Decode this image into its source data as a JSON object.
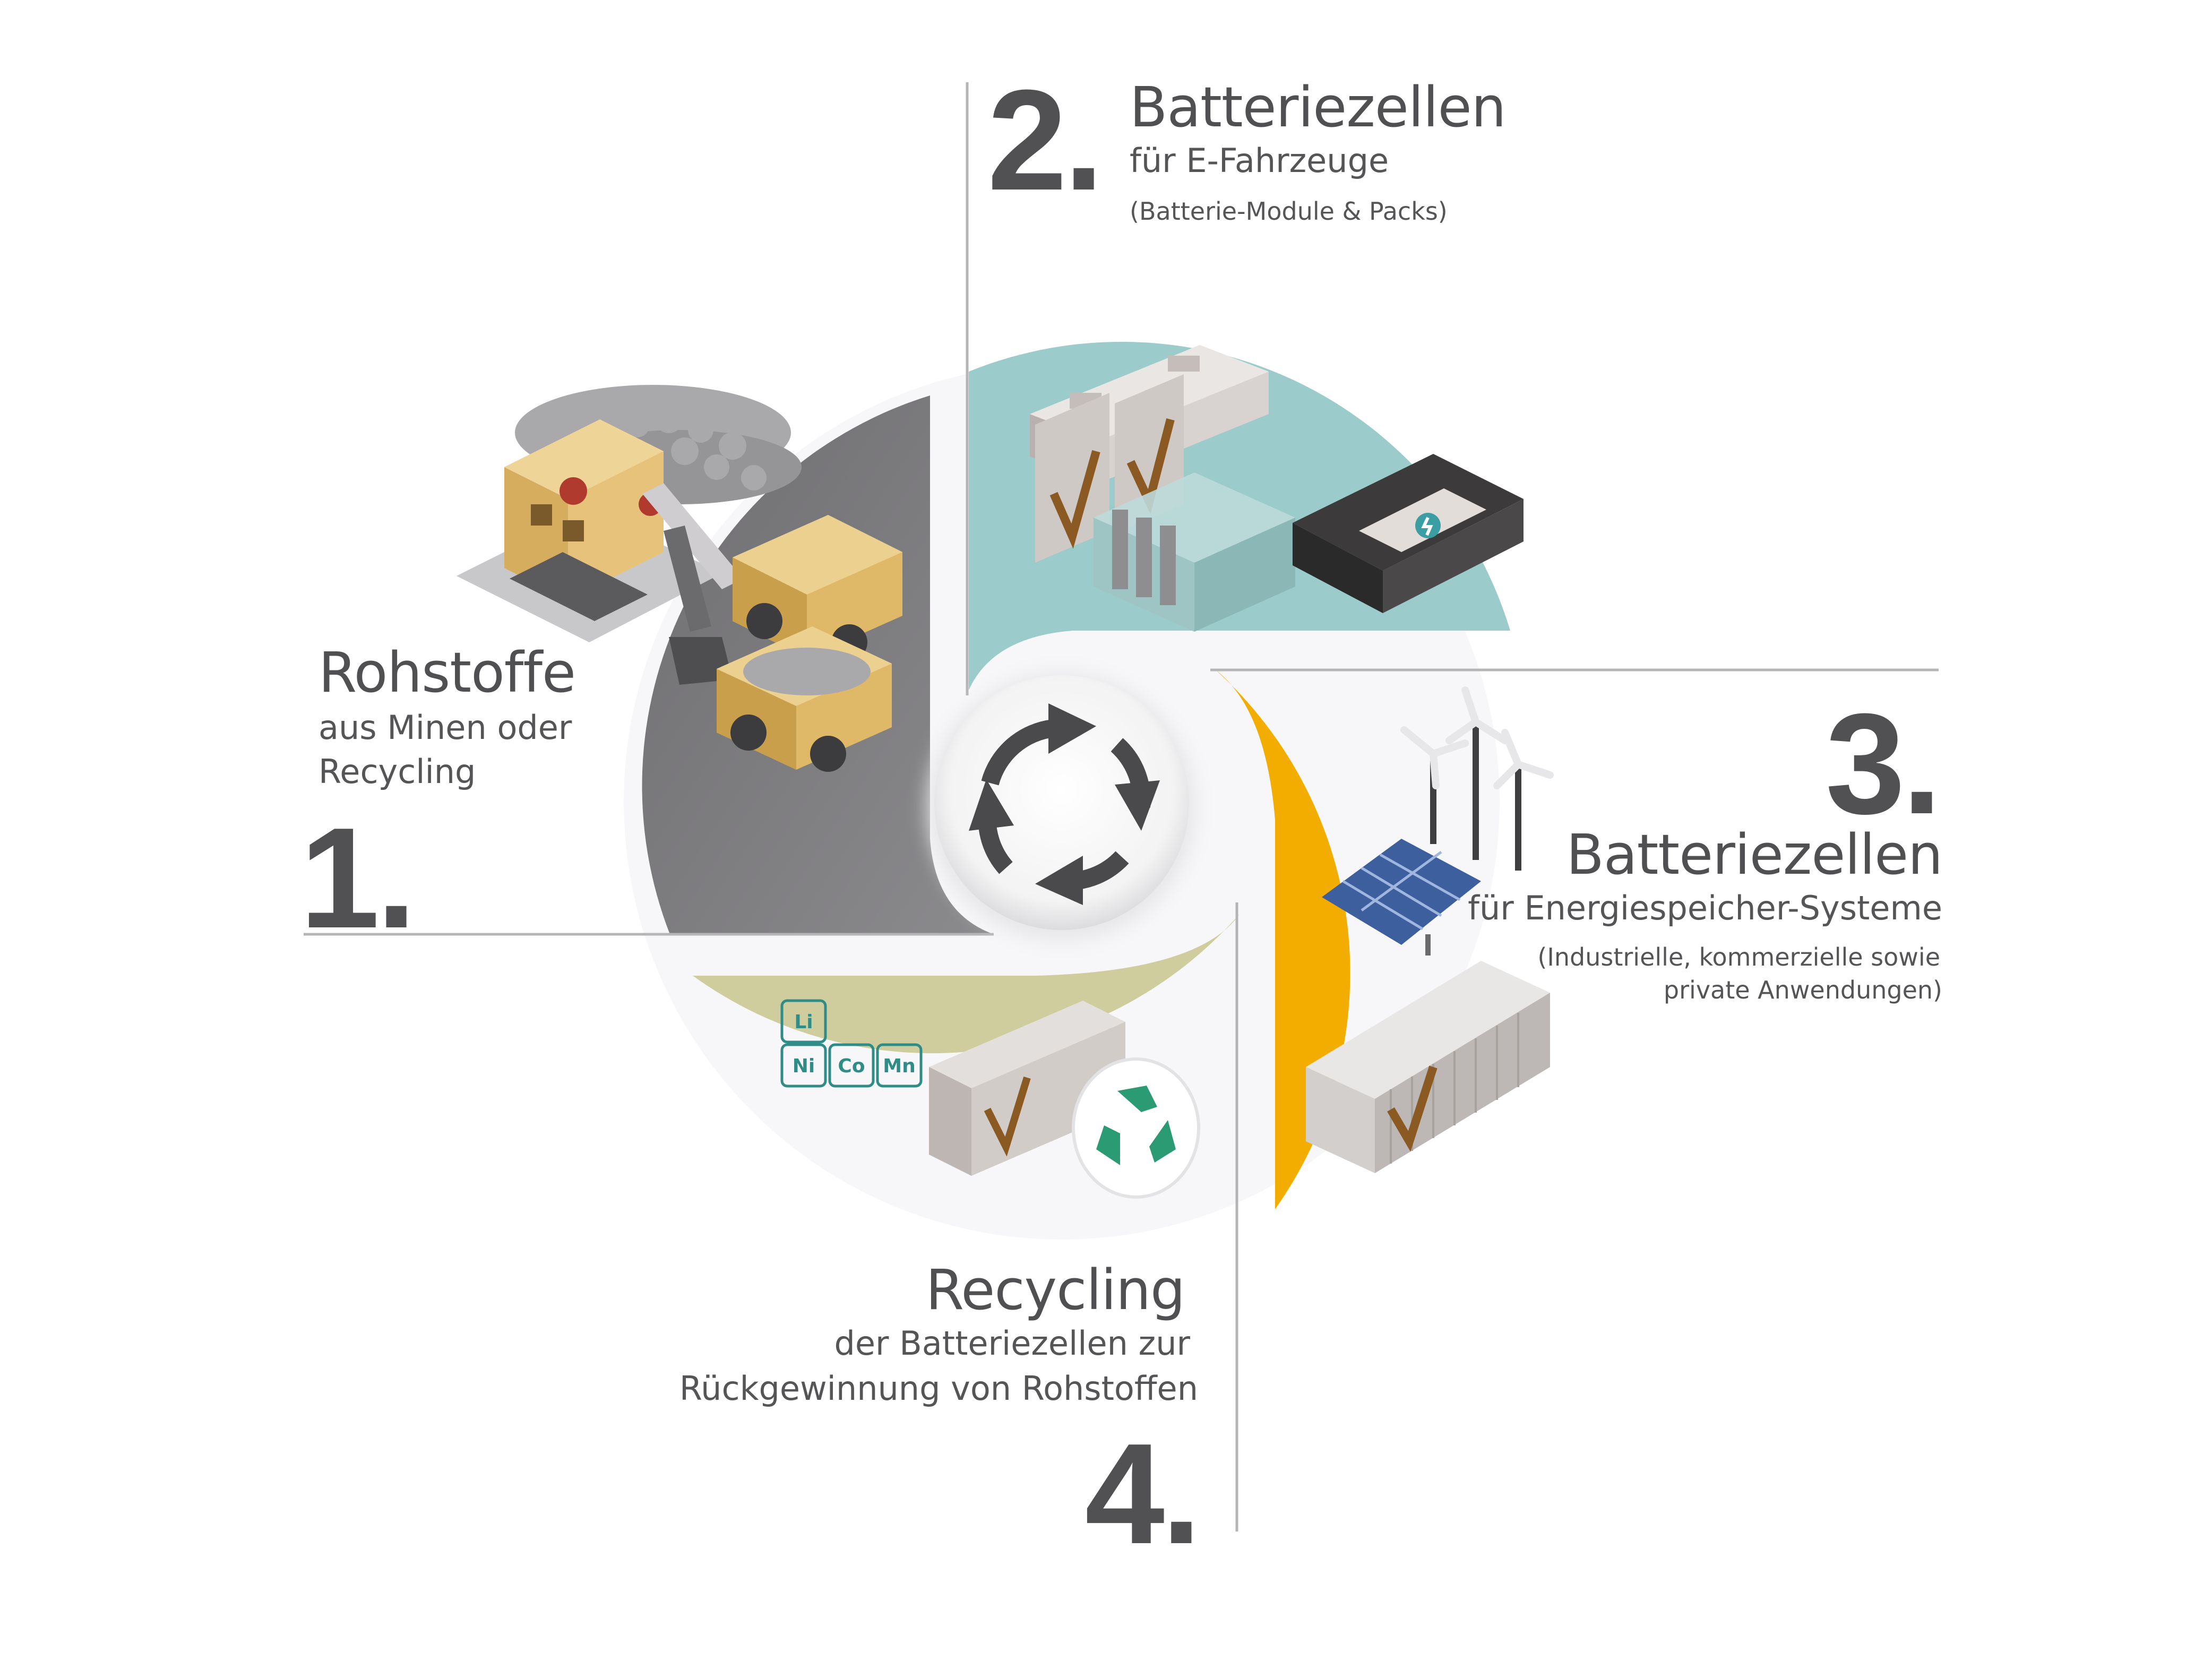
{
  "steps": [
    {
      "number": "1.",
      "title": "Rohstoffe",
      "subtitle_lines": [
        "aus Minen oder",
        "Recycling"
      ],
      "color": "#7f7e80",
      "icon": "mining-excavator-dump-trucks-icon"
    },
    {
      "number": "2.",
      "title": "Batteriezellen",
      "subtitle_lines": [
        "für E-Fahrzeuge"
      ],
      "note_lines": [
        "(Batterie-Module & Packs)"
      ],
      "color": "#9bcbca",
      "icon": "battery-modules-packs-icon"
    },
    {
      "number": "3.",
      "title": "Batteriezellen",
      "subtitle_lines": [
        "für Energiespeicher-Systeme"
      ],
      "note_lines": [
        "(Industrielle, kommerzielle sowie",
        "private Anwendungen)"
      ],
      "color": "#f3ad00",
      "icon": "wind-solar-storage-container-icon"
    },
    {
      "number": "4.",
      "title": "Recycling",
      "subtitle_lines": [
        "der Batteriezellen zur",
        "Rückgewinnung von Rohstoffen"
      ],
      "color": "#cfcd9d",
      "icon": "battery-recycling-icon",
      "elements": [
        "Li",
        "Ni",
        "Co",
        "Mn"
      ]
    }
  ],
  "center_icon": "cycle-arrows-icon"
}
